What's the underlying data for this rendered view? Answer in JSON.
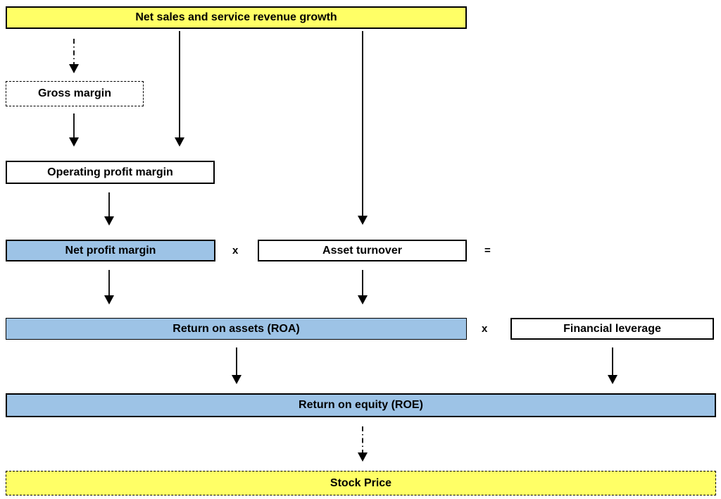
{
  "diagram": {
    "boxes": {
      "net_sales": {
        "label": "Net sales and service revenue growth"
      },
      "gross_margin": {
        "label": "Gross margin"
      },
      "operating_profit_margin": {
        "label": "Operating profit margin"
      },
      "net_profit_margin": {
        "label": "Net profit margin"
      },
      "asset_turnover": {
        "label": "Asset turnover"
      },
      "return_on_assets": {
        "label": "Return on assets (ROA)"
      },
      "financial_leverage": {
        "label": "Financial leverage"
      },
      "return_on_equity": {
        "label": "Return on equity (ROE)"
      },
      "stock_price": {
        "label": "Stock Price"
      }
    },
    "operators": {
      "multiply_net_profit_by_asset_turnover": "x",
      "equals_roa": "=",
      "multiply_roa_by_financial_leverage": "x"
    },
    "colors": {
      "highlight_yellow": "#FFFF66",
      "highlight_blue": "#9DC3E6",
      "line_black": "#000000",
      "background": "#FFFFFF"
    }
  }
}
